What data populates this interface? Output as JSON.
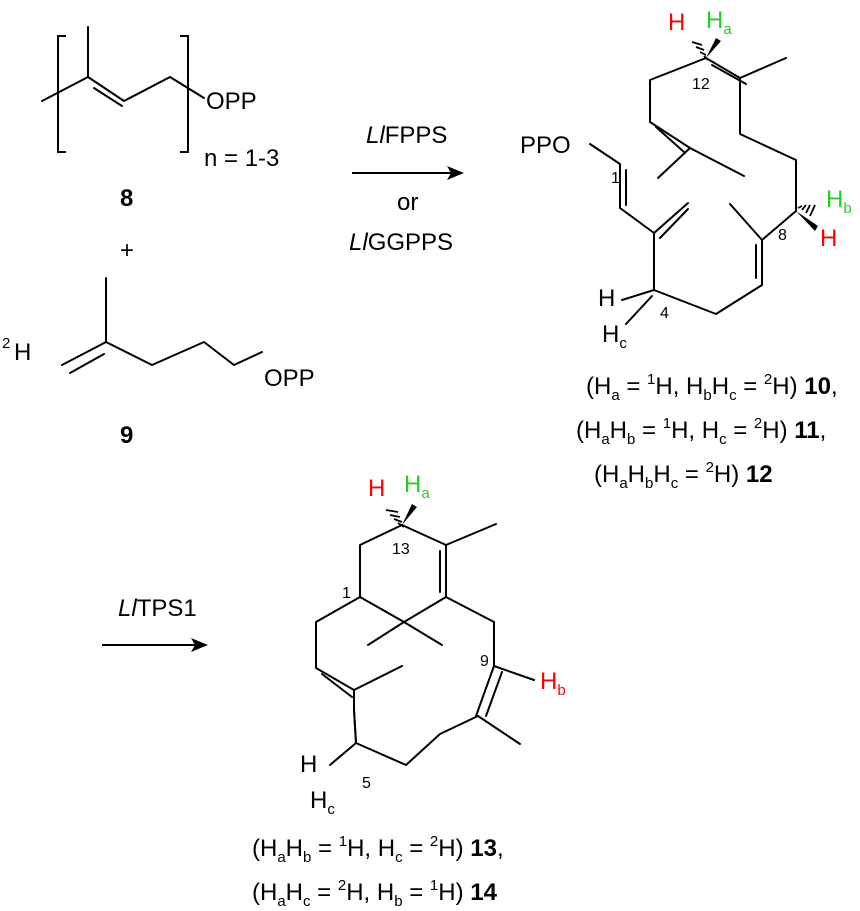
{
  "colors": {
    "red": "#ff0000",
    "green": "#22d022",
    "black": "#000000"
  },
  "compound_8": {
    "group": "OPP",
    "n_label": "n = 1-3",
    "number": "8"
  },
  "plus": "+",
  "compound_9": {
    "isotope": "2",
    "atom": "H",
    "group": "OPP",
    "number": "9"
  },
  "step1": {
    "reagent_a_italic": "Ll",
    "reagent_a_rest": "FPPS",
    "or": "or",
    "reagent_b_italic": "Ll",
    "reagent_b_rest": "GGPPS"
  },
  "product_1": {
    "group": "PPO",
    "h_red_top": "H",
    "h_green_top": "H",
    "h_green_top_sub": "a",
    "h_green_side": "H",
    "h_green_side_sub": "b",
    "h_red_side": "H",
    "h_left": "H",
    "h_c": "H",
    "h_c_sub": "c",
    "locant_1": "1",
    "locant_4": "4",
    "locant_8": "8",
    "locant_12": "12"
  },
  "legend_1": [
    {
      "open": "(H",
      "s1": "a",
      "mid1": " = ",
      "sup1": "1",
      "mid2": "H, H",
      "s2": "b",
      "mid3": "H",
      "s3": "c",
      "mid4": " = ",
      "sup2": "2",
      "close": "H) ",
      "num": "10",
      "tail": ","
    },
    {
      "open": "(H",
      "s1": "a",
      "mid1": "H",
      "s2": "b",
      "mid2": " = ",
      "sup1": "1",
      "mid3": "H, H",
      "s3": "c",
      "mid4": " = ",
      "sup2": "2",
      "close": "H) ",
      "num": "11",
      "tail": ","
    },
    {
      "open": "(H",
      "s1": "a",
      "mid1": "H",
      "s2": "b",
      "mid2": "H",
      "s3": "c",
      "mid3": " = ",
      "sup1": "2",
      "close": "H) ",
      "num": "12"
    }
  ],
  "step2": {
    "reagent_italic": "Ll",
    "reagent_rest": "TPS1"
  },
  "product_2": {
    "h_red_top": "H",
    "h_green_top": "H",
    "h_green_top_sub": "a",
    "h_red_side": "H",
    "h_red_side_sub": "b",
    "h_left": "H",
    "h_c": "H",
    "h_c_sub": "c",
    "locant_1": "1",
    "locant_5": "5",
    "locant_9": "9",
    "locant_13": "13"
  },
  "legend_2": [
    {
      "open": "(H",
      "s1": "a",
      "mid1": "H",
      "s2": "b",
      "mid2": " = ",
      "sup1": "1",
      "mid3": "H, H",
      "s3": "c",
      "mid4": " = ",
      "sup2": "2",
      "close": "H) ",
      "num": "13",
      "tail": ","
    },
    {
      "open": "(H",
      "s1": "a",
      "mid1": "H",
      "s2": "c",
      "mid2": " = ",
      "sup1": "2",
      "mid3": "H, H",
      "s3": "b",
      "mid4": " = ",
      "sup2": "1",
      "close": "H) ",
      "num": "14"
    }
  ]
}
